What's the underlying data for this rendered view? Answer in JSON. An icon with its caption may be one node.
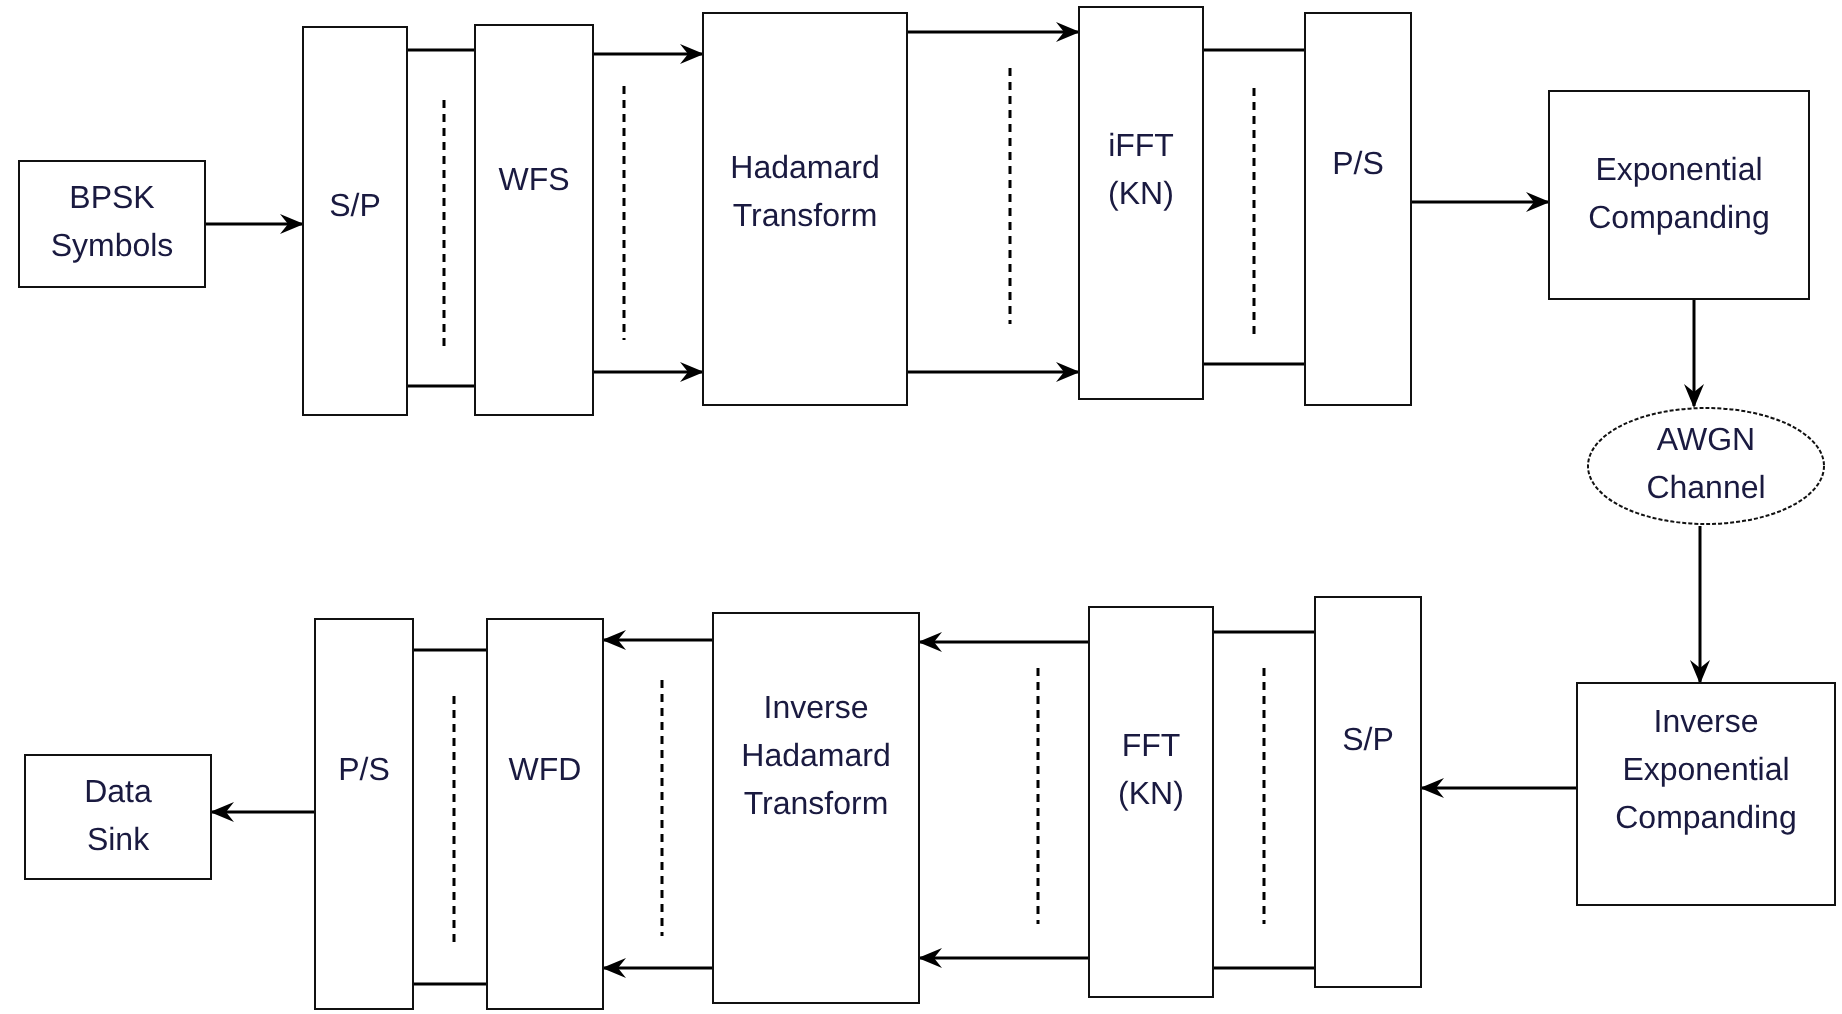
{
  "diagram": {
    "nodes": [
      {
        "text": [
          "BPSK Symbols"
        ]
      },
      {
        "text": [
          "S/P"
        ]
      },
      {
        "text": [
          "WFS"
        ]
      },
      {
        "text": [
          "Hadamard Transform"
        ]
      },
      {
        "text": [
          "iFFT (KN)"
        ]
      },
      {
        "text": [
          "P/S"
        ]
      },
      {
        "text": [
          "Exponential Companding"
        ]
      },
      {
        "text": [
          "AWGN Channel"
        ]
      },
      {
        "text": [
          "Inverse Exponential Companding"
        ]
      },
      {
        "text": [
          "S/P"
        ]
      },
      {
        "text": [
          "FFT (KN)"
        ]
      },
      {
        "text": [
          "Inverse Hadamard Transform"
        ]
      },
      {
        "text": [
          "WFD"
        ]
      },
      {
        "text": [
          "P/S"
        ]
      },
      {
        "text": [
          "Data Sink"
        ]
      }
    ],
    "edges": [
      {
        "from": 0,
        "to": 1,
        "arrow": "to"
      },
      {
        "from": 1,
        "to": 2,
        "arrow": "none"
      },
      {
        "from": 1,
        "to": 2,
        "arrow": "none"
      },
      {
        "from": 2,
        "to": 3,
        "arrow": "to"
      },
      {
        "from": 2,
        "to": 3,
        "arrow": "to"
      },
      {
        "from": 3,
        "to": 4,
        "arrow": "to"
      },
      {
        "from": 3,
        "to": 4,
        "arrow": "to"
      },
      {
        "from": 4,
        "to": 5,
        "arrow": "none"
      },
      {
        "from": 4,
        "to": 5,
        "arrow": "none"
      },
      {
        "from": 5,
        "to": 6,
        "arrow": "to"
      },
      {
        "from": 6,
        "to": 7,
        "arrow": "to"
      },
      {
        "from": 7,
        "to": 8,
        "arrow": "to"
      },
      {
        "from": 8,
        "to": 9,
        "arrow": "to"
      },
      {
        "from": 9,
        "to": 10,
        "arrow": "none"
      },
      {
        "from": 9,
        "to": 10,
        "arrow": "none"
      },
      {
        "from": 10,
        "to": 11,
        "arrow": "to"
      },
      {
        "from": 10,
        "to": 11,
        "arrow": "to"
      },
      {
        "from": 11,
        "to": 12,
        "arrow": "to"
      },
      {
        "from": 11,
        "to": 12,
        "arrow": "to"
      },
      {
        "from": 12,
        "to": 13,
        "arrow": "none"
      },
      {
        "from": 12,
        "to": 13,
        "arrow": "none"
      },
      {
        "from": 13,
        "to": 14,
        "arrow": "to"
      }
    ]
  }
}
